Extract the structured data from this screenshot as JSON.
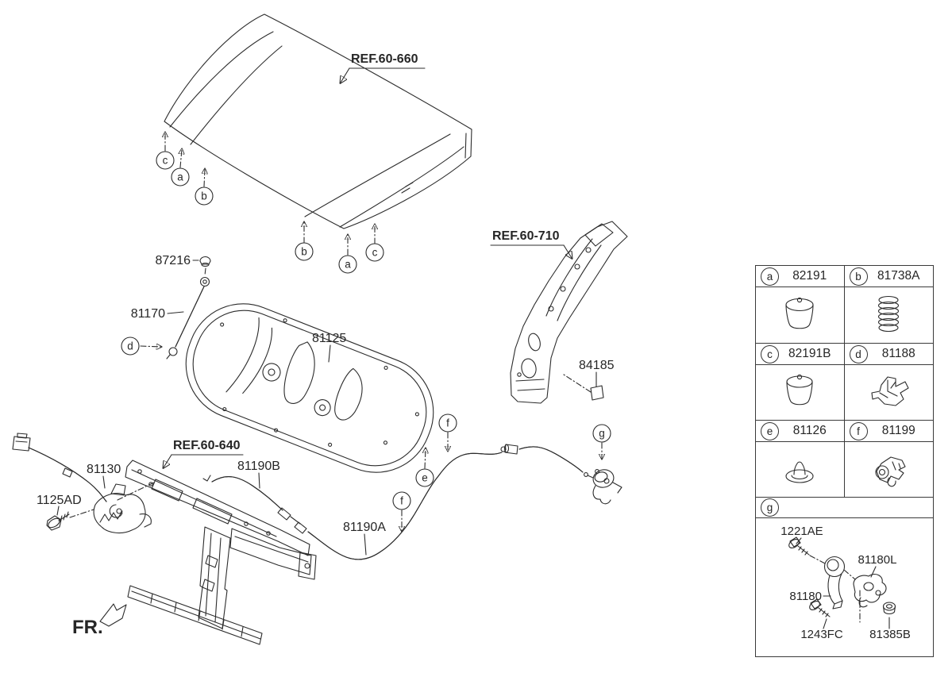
{
  "colors": {
    "line": "#2c2c2c",
    "text": "#262626",
    "background": "#ffffff"
  },
  "diagram": {
    "ref_labels": {
      "hood": "REF.60-660",
      "cowl_side": "REF.60-710",
      "support": "REF.60-640"
    },
    "part_labels": {
      "clip": "87216",
      "rod": "81170",
      "insulator_pad": "81125",
      "tape": "84185",
      "latch": "81130",
      "bolt": "1125AD",
      "cable_rear": "81190B",
      "cable_front": "81190A"
    },
    "fr_label": "FR.",
    "callout_letters": {
      "a": "a",
      "b": "b",
      "c": "c",
      "d": "d",
      "e": "e",
      "f": "f",
      "g": "g"
    }
  },
  "legend": {
    "items": [
      {
        "key": "a",
        "part": "82191"
      },
      {
        "key": "b",
        "part": "81738A"
      },
      {
        "key": "c",
        "part": "82191B"
      },
      {
        "key": "d",
        "part": "81188"
      },
      {
        "key": "e",
        "part": "81126"
      },
      {
        "key": "f",
        "part": "81199"
      }
    ],
    "group": {
      "key": "g",
      "parts": {
        "bolt_upper": "1221AE",
        "bracket": "81180",
        "handle": "81180L",
        "bolt_lower": "1243FC",
        "nut": "81385B"
      }
    }
  }
}
